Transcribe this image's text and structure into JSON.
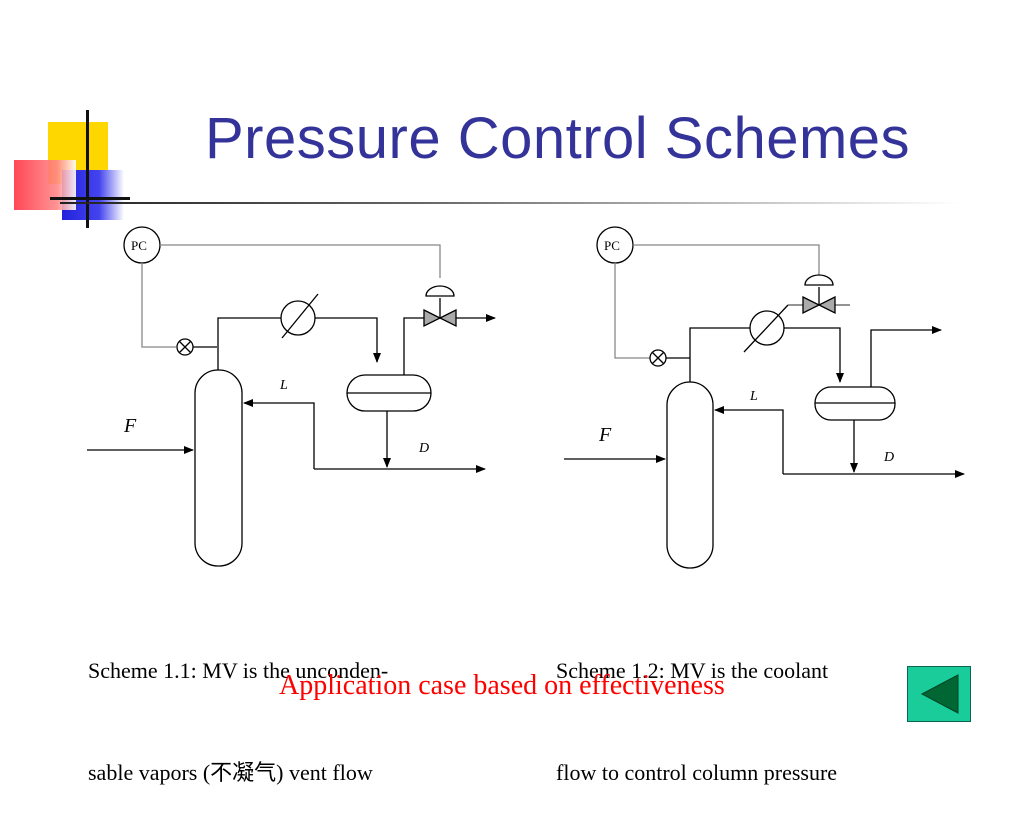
{
  "slide": {
    "title": "Pressure Control Schemes",
    "application_note": "Application case based on effectiveness"
  },
  "scheme1": {
    "controller_label": "PC",
    "feed_label": "F",
    "reflux_label": "L",
    "distillate_label": "D",
    "caption_line1": "Scheme 1.1: MV is the unconden-",
    "caption_line2": "sable vapors (不凝气) vent flow"
  },
  "scheme2": {
    "controller_label": "PC",
    "feed_label": "F",
    "reflux_label": "L",
    "distillate_label": "D",
    "caption_line1": "Scheme 1.2: MV is the coolant",
    "caption_line2": "flow to control column pressure"
  },
  "nav": {
    "back_button_icon": "left-triangle-icon",
    "back_button_color": "#19cc99"
  }
}
